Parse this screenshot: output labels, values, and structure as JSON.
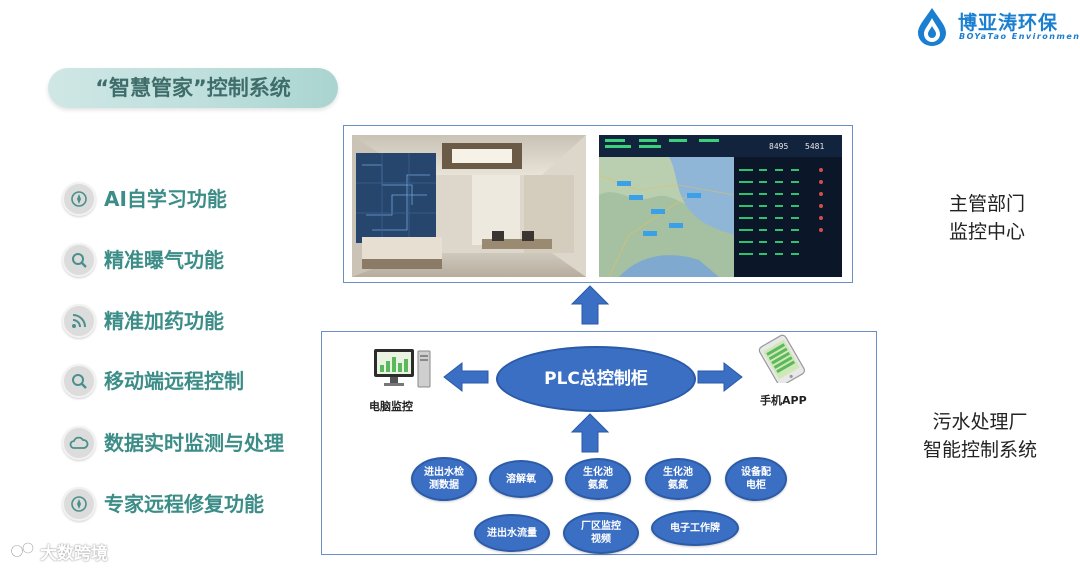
{
  "brand": {
    "name_cn": "博亚涛环保",
    "name_en": "BOYaTao Environment"
  },
  "title": "“智慧管家”控制系统",
  "features": [
    {
      "label": "AI自学习功能",
      "icon": "compass-icon"
    },
    {
      "label": "精准曝气功能",
      "icon": "magnifier-icon"
    },
    {
      "label": "精准加药功能",
      "icon": "signal-icon"
    },
    {
      "label": "移动端远程控制",
      "icon": "magnifier-icon"
    },
    {
      "label": "数据实时监测与处理",
      "icon": "cloud-icon"
    },
    {
      "label": "专家远程修复功能",
      "icon": "compass-icon"
    }
  ],
  "center_label": [
    "主管部门",
    "监控中心"
  ],
  "plant_label": [
    "污水处理厂",
    "智能控制系统"
  ],
  "plc_label": "PLC总控制柜",
  "devices": {
    "computer": "电脑监控",
    "phone": "手机APP"
  },
  "sensors": [
    "进出水检\n测数据",
    "溶解氧",
    "生化池\n氨氮",
    "生化池\n氨氮",
    "设备配\n电柜",
    "进出水流量",
    "厂区监控\n视频",
    "电子工作牌"
  ],
  "map_screen": {
    "readout_1": "8495",
    "readout_2": "5481"
  },
  "watermark": "大数跨境",
  "colors": {
    "accent_blue": "#3a6fc4",
    "title_text": "#3e6d6a",
    "feature_text": "#3c8d88",
    "logo_blue": "#1a7fd0"
  }
}
